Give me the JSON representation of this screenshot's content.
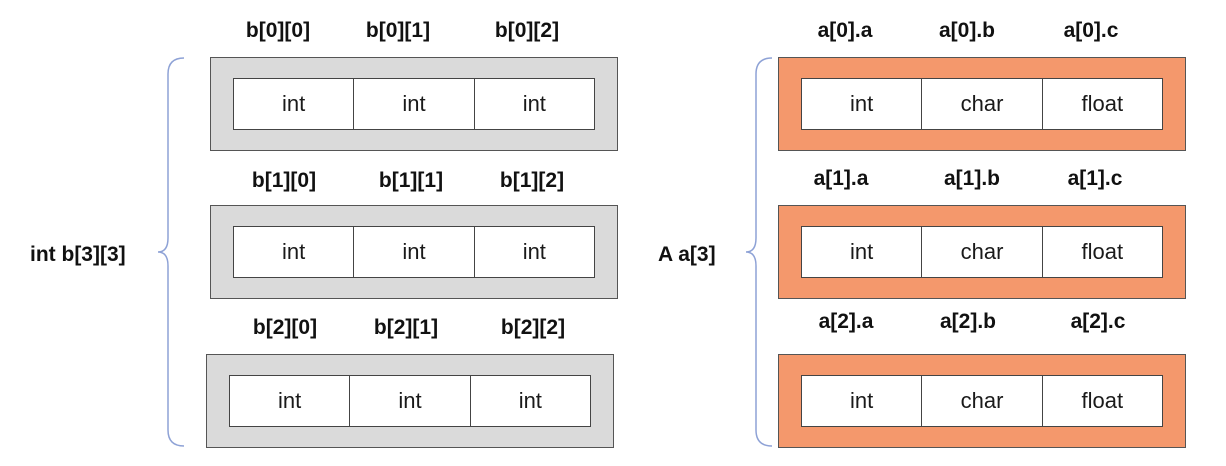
{
  "array_2d": {
    "declaration": "int b[3][3]",
    "rows": [
      {
        "labels": [
          "b[0][0]",
          "b[0][1]",
          "b[0][2]"
        ],
        "cells": [
          "int",
          "int",
          "int"
        ]
      },
      {
        "labels": [
          "b[1][0]",
          "b[1][1]",
          "b[1][2]"
        ],
        "cells": [
          "int",
          "int",
          "int"
        ]
      },
      {
        "labels": [
          "b[2][0]",
          "b[2][1]",
          "b[2][2]"
        ],
        "cells": [
          "int",
          "int",
          "int"
        ]
      }
    ],
    "fill_color": "#dadada"
  },
  "struct_array": {
    "declaration": "A a[3]",
    "rows": [
      {
        "labels": [
          "a[0].a",
          "a[0].b",
          "a[0].c"
        ],
        "cells": [
          "int",
          "char",
          "float"
        ]
      },
      {
        "labels": [
          "a[1].a",
          "a[1].b",
          "a[1].c"
        ],
        "cells": [
          "int",
          "char",
          "float"
        ]
      },
      {
        "labels": [
          "a[2].a",
          "a[2].b",
          "a[2].c"
        ],
        "cells": [
          "int",
          "char",
          "float"
        ]
      }
    ],
    "fill_color": "#f4986c"
  },
  "brace_color": "#8ea2d6"
}
